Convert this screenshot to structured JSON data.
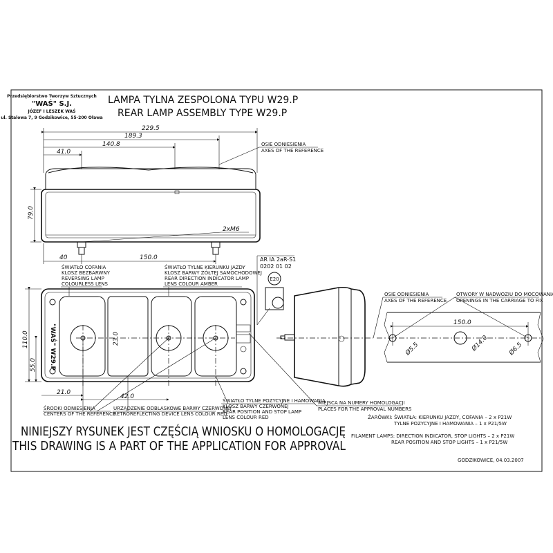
{
  "company": {
    "line1": "Przedsiębiorstwo Tworzyw Sztucznych",
    "line2": "\"WAŚ\" S.J.",
    "line3": "JÓZEF I LESZEK WAŚ",
    "line4": "ul. Stalowa 7, 9 Godzikowice, 55-200 Oława"
  },
  "title": {
    "pl": "LAMPA TYLNA ZESPOLONA TYPU W29.P",
    "en": "REAR LAMP ASSEMBLY TYPE W29.P"
  },
  "dimensions": {
    "total_width": "229.5",
    "d189": "189.3",
    "d140": "140.8",
    "d41": "41.0",
    "height": "79.0",
    "bolt": "2xM6",
    "d40": "40",
    "d150": "150.0",
    "h110": "110.0",
    "h55": "55.0",
    "d21": "21.0",
    "d42": "42.0",
    "d23": "23.0",
    "r150": "150.0",
    "phi55": "Ø5.5",
    "phi14": "Ø14.0",
    "phi65": "Ø6.5"
  },
  "labels": {
    "axes_pl": "OSIE ODNIESIENIA",
    "axes_en": "AXES OF THE REFERENCE",
    "reversing_1": "ŚWIATŁO COFANIA",
    "reversing_2": "KLOSZ BEZBARWNY",
    "reversing_3": "REVERSING LAMP",
    "reversing_4": "COLOURLESS LENS",
    "indicator_1": "ŚWIATŁO TYLNE KIERUNKU JAZDY",
    "indicator_2": "KLOSZ BARWY ŻÓŁTEJ SAMOCHODOWEJ",
    "indicator_3": "REAR DIRECTION INDICATOR LAMP",
    "indicator_4": "LENS COLOUR AMBER",
    "axes2_pl": "OSIE ODNIESIENIA",
    "axes2_en": "AXES OF THE REFERENCE",
    "holes_pl": "OTWORY W NADWOZIU DO MOCOWANIA",
    "holes_en": "OPENINGS IN THE CARRIAGE TO FIX",
    "centers_pl": "ŚRODKI ODNIESIENIA",
    "centers_en": "CENTERS OF THE REFERENCE",
    "retro_pl": "URZĄDZENIE ODBLASKOWE BARWY CZERWONEJ",
    "retro_en": "RETROREFLECTING DEVICE LENS COLOUR RED",
    "stop_1": "ŚWIATŁO TYLNE POZYCYJNE I HAMOWANIA",
    "stop_2": "KLOSZ BARWY CZERWONEJ",
    "stop_3": "REAR POSITION AND STOP LAMP",
    "stop_4": "LENS COLOUR RED",
    "homol_pl": "MIEJSCA NA NUMERY HOMOLOGACJI",
    "homol_en": "PLACES FOR THE APPROVAL NUMBERS",
    "approval_code": "AR IA 2aR-S1",
    "approval_num": "0202 01 02",
    "e_mark": "E20",
    "lamp_mark": "\"WAŚ\" W29.P"
  },
  "bulbs": {
    "pl1": "ŻARÓWKI: ŚWIATŁA: KIERUNKU JAZDY, COFANIA – 2 x P21W",
    "pl2": "TYLNE POZYCYJNE I HAMOWANIA – 1 x P21/5W",
    "en1": "FILAMENT LAMPS: DIRECTION INDICATOR, STOP LIGHTS – 2 x P21W",
    "en2": "REAR POSITION AND STOP LIGHTS – 1 x P21/5W"
  },
  "notice": {
    "pl": "NINIEJSZY RYSUNEK JEST CZĘŚCIĄ WNIOSKU O HOMOLOGACJĘ",
    "en": "THIS DRAWING IS A PART OF THE APPLICATION FOR APPROVAL"
  },
  "footer": {
    "place_date": "GODZIKOWICE, 04.03.2007"
  }
}
